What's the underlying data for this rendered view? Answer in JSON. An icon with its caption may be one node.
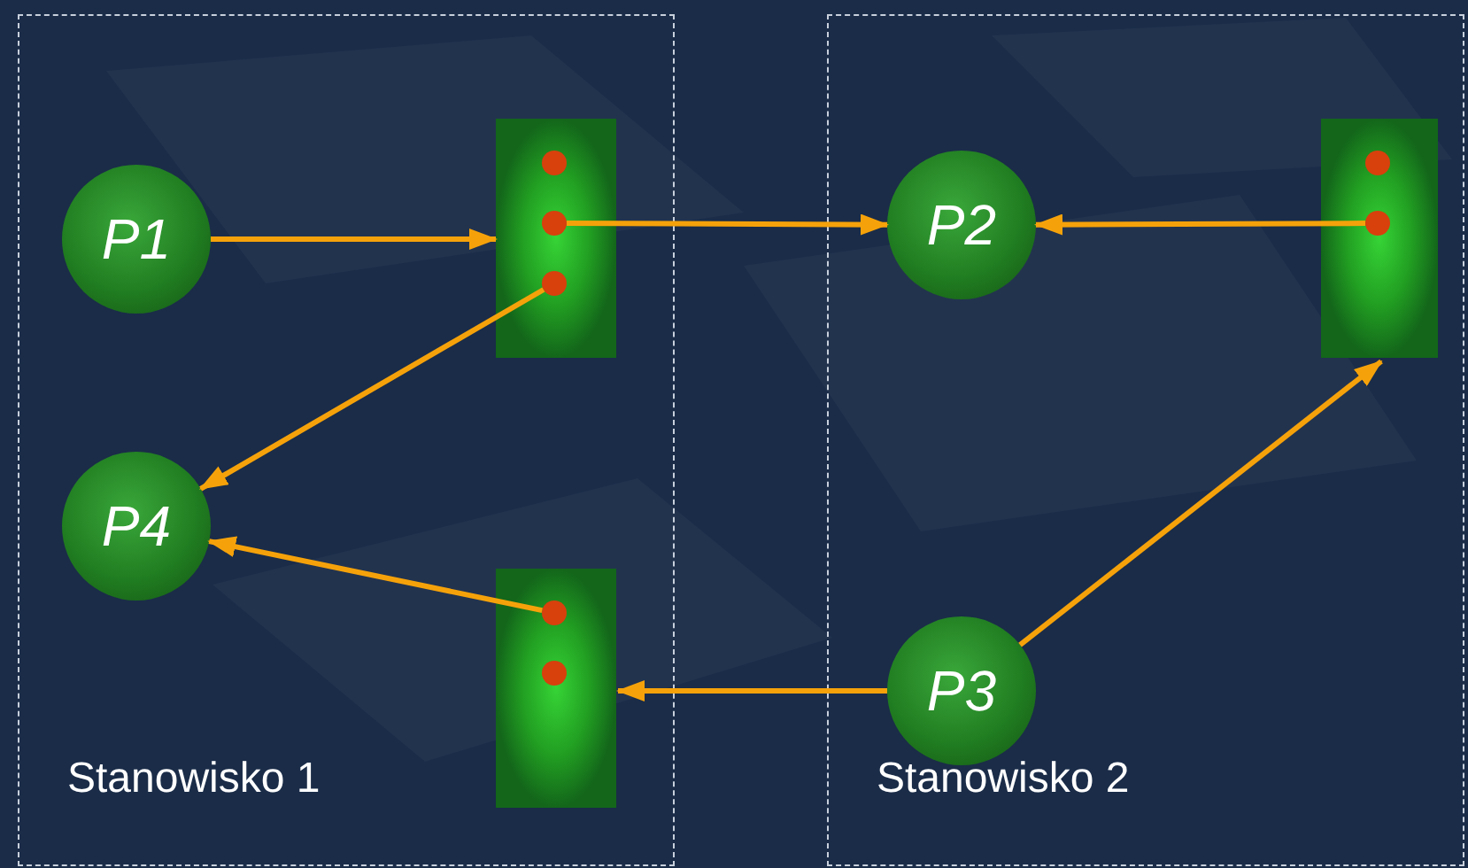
{
  "diagram": {
    "nodes": [
      {
        "text": [
          "Stanowisko 1"
        ]
      },
      {
        "text": [
          "P1"
        ],
        "in": 0
      },
      {
        "text": [],
        "shape": "box",
        "in": 0
      },
      {
        "text": [],
        "shape": "circle",
        "in": 2
      },
      {
        "text": [],
        "shape": "circle",
        "in": 2
      },
      {
        "text": [],
        "shape": "circle",
        "in": 2
      },
      {
        "text": [
          "P4"
        ],
        "in": 0
      },
      {
        "text": [],
        "shape": "box",
        "in": 0
      },
      {
        "text": [],
        "shape": "circle",
        "in": 7
      },
      {
        "text": [],
        "shape": "circle",
        "in": 7
      },
      {
        "text": [
          "Stanowisko 2"
        ]
      },
      {
        "text": [
          "P2"
        ],
        "in": 10
      },
      {
        "text": [],
        "shape": "box",
        "in": 10
      },
      {
        "text": [],
        "shape": "circle",
        "in": 12
      },
      {
        "text": [],
        "shape": "circle",
        "in": 12
      },
      {
        "text": [
          "P3"
        ],
        "in": 10
      }
    ],
    "edges": [
      {
        "from": 1,
        "to": 2,
        "arrow": "to"
      },
      {
        "from": 4,
        "to": 11,
        "arrow": "to"
      },
      {
        "from": 14,
        "to": 11,
        "arrow": "to"
      },
      {
        "from": 5,
        "to": 6,
        "arrow": "to"
      },
      {
        "from": 8,
        "to": 6,
        "arrow": "to"
      },
      {
        "from": 15,
        "to": 7,
        "arrow": "to"
      },
      {
        "from": 15,
        "to": 12,
        "arrow": "to"
      }
    ]
  }
}
